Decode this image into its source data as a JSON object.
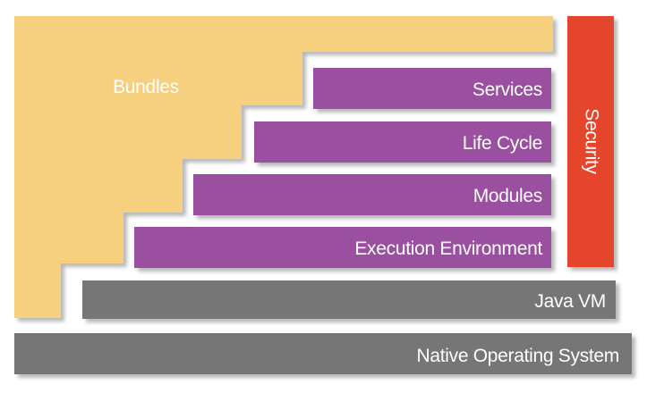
{
  "diagram": {
    "bundles_label": "Bundles",
    "layers": [
      {
        "label": "Services"
      },
      {
        "label": "Life Cycle"
      },
      {
        "label": "Modules"
      },
      {
        "label": "Execution Environment"
      }
    ],
    "security_label": "Security",
    "java_vm_label": "Java VM",
    "native_os_label": "Native Operating System",
    "colors": {
      "bundles": "#f6cf7f",
      "layer": "#9b4fa0",
      "security": "#e5452a",
      "platform": "#767676",
      "label": "#ffffff",
      "shadow": "#c9c9c9"
    }
  }
}
